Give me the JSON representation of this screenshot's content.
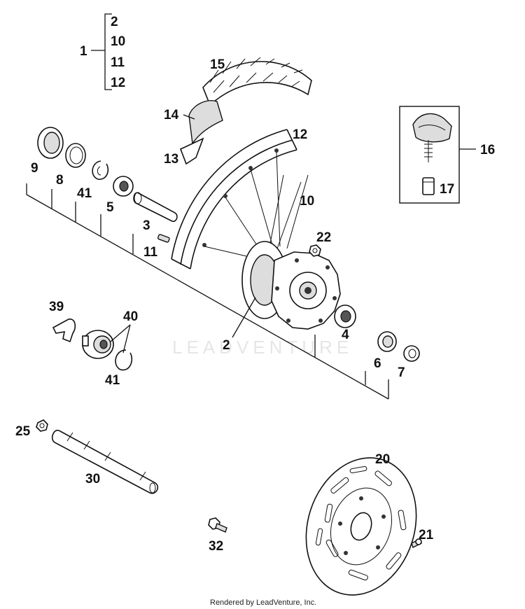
{
  "assembly": {
    "main_label": "1",
    "sub_labels": [
      "2",
      "10",
      "11",
      "12"
    ]
  },
  "callouts": {
    "tire": "15",
    "rim_band": "14",
    "tube": "13",
    "rim": "12",
    "spokes": "10",
    "hub": "2",
    "spoke_nipple": "11",
    "nut": "22",
    "bearing_right": "4",
    "seal_left": "9",
    "washer": "8",
    "circlip_left": "41",
    "bearing_left": "5",
    "spacer": "3",
    "seal_right": "6",
    "collar": "7",
    "tire_valve_kit": "16",
    "valve_cap": "17",
    "speedo_bracket": "39",
    "speedo_drive": "40",
    "circlip_drive": "41",
    "axle_nut": "25",
    "axle": "30",
    "disc": "20",
    "disc_bolt": "21",
    "bolt": "32"
  },
  "watermark": "LEADVENTURE",
  "footer": "Rendered by LeadVenture, Inc."
}
